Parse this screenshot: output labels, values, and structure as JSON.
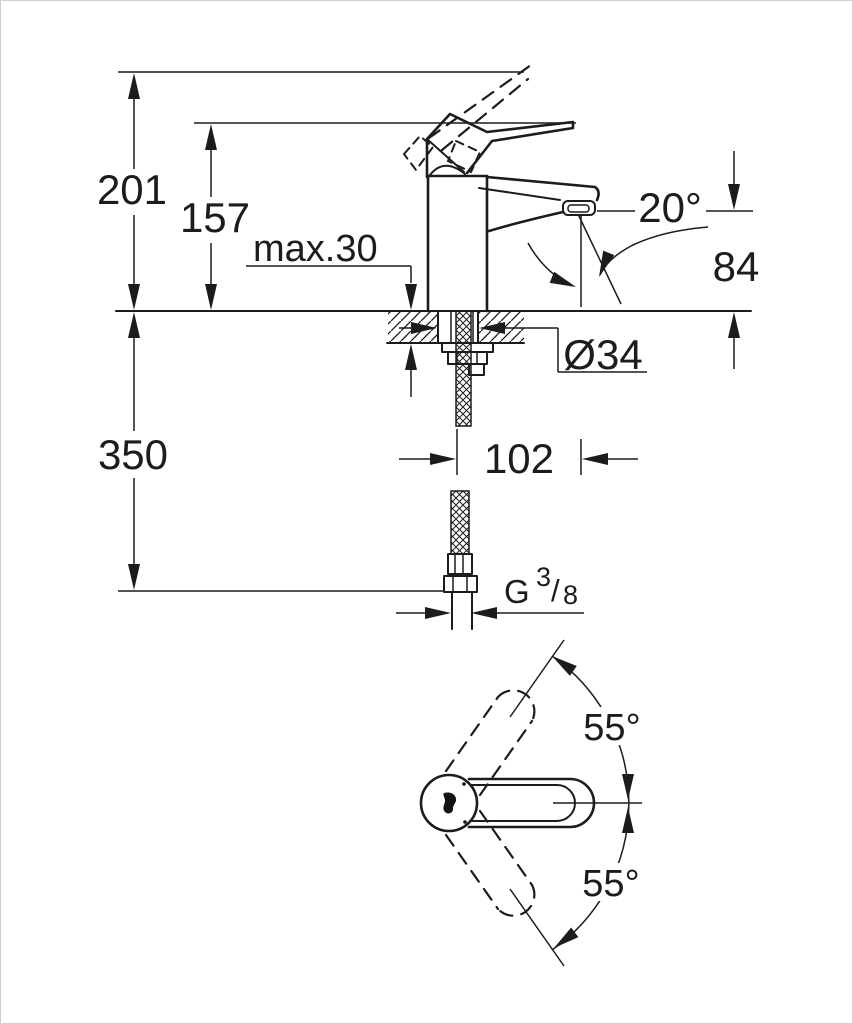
{
  "meta": {
    "title": "Single-lever basin mixer technical dimension drawing",
    "views": {
      "front": "front-section-view",
      "top": "handle-swivel-top-view"
    }
  },
  "dimensions": {
    "overall_height": "201",
    "spout_tip_height": "157",
    "mounting_max_thickness": "max.30",
    "spray_angle": "20°",
    "outlet_height": "84",
    "hole_diameter": "Ø34",
    "supply_hose_length": "350",
    "spout_reach": "102",
    "thread_g": "G",
    "thread_numerator": "3",
    "thread_slash": "/",
    "thread_denominator": "8",
    "handle_swivel_upper": "55°",
    "handle_swivel_lower": "55°"
  },
  "colors": {
    "line": "#1c1c1c",
    "background": "#ffffff"
  }
}
